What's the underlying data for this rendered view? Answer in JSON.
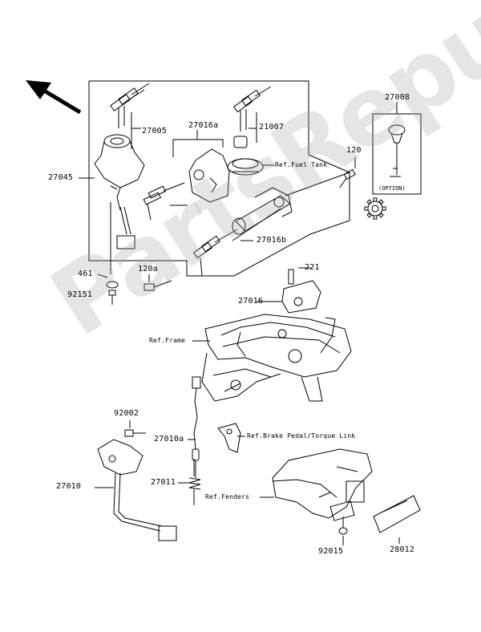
{
  "watermark": "PartsRepublik",
  "part_numbers": {
    "p27005": "27005",
    "p27016a": "27016a",
    "p21007": "21007",
    "p27045": "27045",
    "p27008": "27008",
    "p120": "120",
    "p27016b": "27016b",
    "p461": "461",
    "p120a": "120a",
    "p221": "221",
    "p92151": "92151",
    "p27016": "27016",
    "p92002": "92002",
    "p27010a": "27010a",
    "p27010": "27010",
    "p27011": "27011",
    "p92015": "92015",
    "p28012": "28012"
  },
  "references": {
    "fuel_tank": "Ref.Fuel Tank",
    "frame": "Ref.Frame",
    "brake_pedal": "Ref.Brake Pedal/Torque Link",
    "fenders": "Ref.Fenders"
  },
  "option_text": "(OPTION)",
  "icons": {
    "direction": "front-arrow-icon",
    "gear": "gear-icon"
  },
  "colors": {
    "line": "#000000",
    "watermark": "#a0a0a0"
  }
}
